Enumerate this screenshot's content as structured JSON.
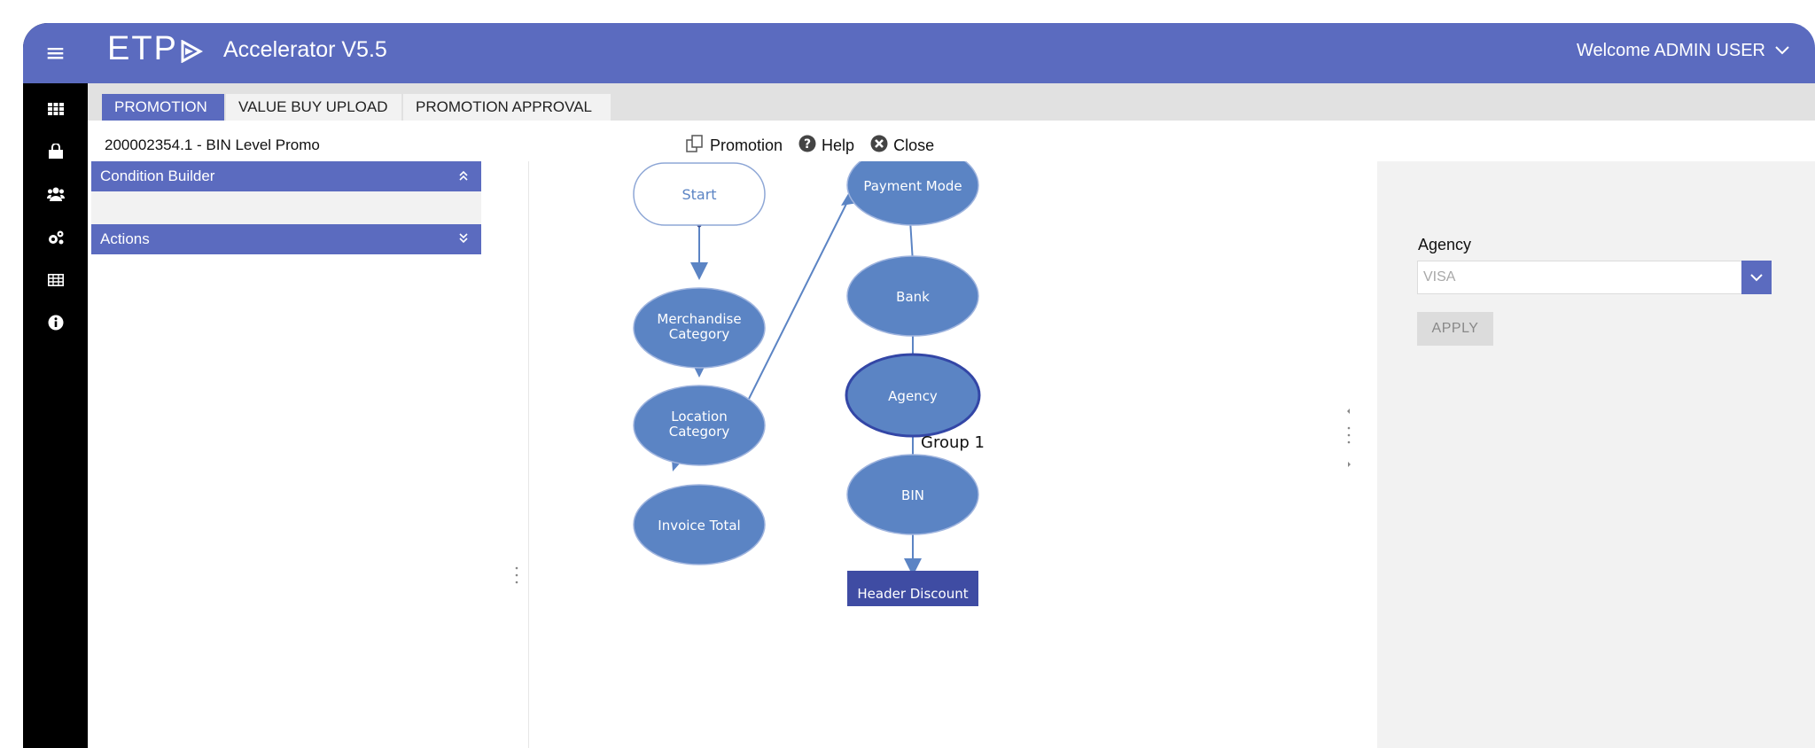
{
  "header": {
    "logo": "ETP",
    "app_title": "Accelerator V5.5",
    "welcome": "Welcome ADMIN USER"
  },
  "tabs": [
    "PROMOTION",
    "VALUE BUY UPLOAD",
    "PROMOTION APPROVAL"
  ],
  "promotion": {
    "id_title": "200002354.1 - BIN Level Promo"
  },
  "toolbar": {
    "promotion": "Promotion",
    "help": "Help",
    "close": "Close"
  },
  "left_panel": {
    "condition_builder": "Condition Builder",
    "actions": "Actions"
  },
  "flow": {
    "nodes": {
      "start": "Start",
      "merch_line1": "Merchandise",
      "merch_line2": "Category",
      "loc_line1": "Location",
      "loc_line2": "Category",
      "invoice": "Invoice Total",
      "payment": "Payment Mode",
      "bank": "Bank",
      "agency": "Agency",
      "bin": "BIN",
      "header_discount": "Header Discount"
    },
    "edge_label": "Group 1"
  },
  "right_panel": {
    "label": "Agency",
    "value": "VISA",
    "apply": "APPLY"
  },
  "colors": {
    "brand": "#5b6bbf",
    "node_fill": "#5b84c4",
    "node_stroke": "#9fb4de",
    "selected_stroke": "#3346a6",
    "discount_fill": "#3f4ca3"
  }
}
